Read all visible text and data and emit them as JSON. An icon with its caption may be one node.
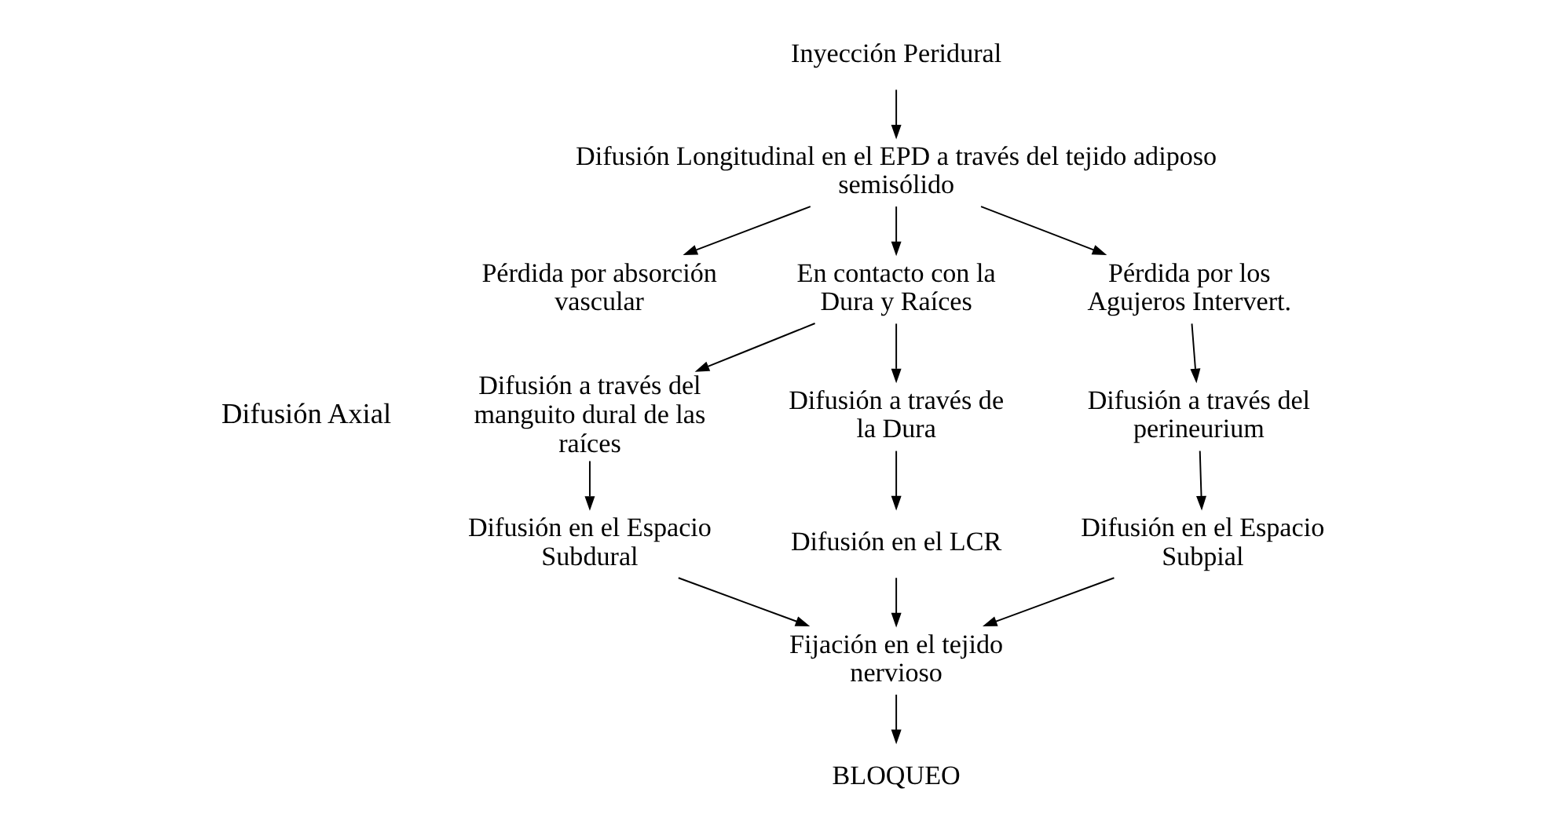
{
  "diagram": {
    "nodes": [
      {
        "text": [
          "Inyección Peridural"
        ]
      },
      {
        "text": [
          "Difusión Longitudinal en el EPD a través del tejido adiposo semisólido"
        ]
      },
      {
        "text": [
          "Pérdida por absorción vascular"
        ]
      },
      {
        "text": [
          "En contacto con la Dura y Raíces"
        ]
      },
      {
        "text": [
          "Pérdida por los Agujeros Intervert."
        ]
      },
      {
        "text": [
          "Difusión a través del manguito dural de las raíces"
        ]
      },
      {
        "text": [
          "Difusión a través de la Dura"
        ]
      },
      {
        "text": [
          "Difusión a través del perineurium"
        ]
      },
      {
        "text": [
          "Difusión en el Espacio Subdural"
        ]
      },
      {
        "text": [
          "Difusión en el LCR"
        ]
      },
      {
        "text": [
          "Difusión en el Espacio Subpial"
        ]
      },
      {
        "text": [
          "Fijación en el tejido nervioso"
        ]
      },
      {
        "text": [
          "BLOQUEO"
        ]
      }
    ],
    "edges": [
      {
        "from": 0,
        "to": 1,
        "arrow": "to"
      },
      {
        "from": 1,
        "to": 2,
        "arrow": "to"
      },
      {
        "from": 1,
        "to": 3,
        "arrow": "to"
      },
      {
        "from": 1,
        "to": 4,
        "arrow": "to"
      },
      {
        "from": 3,
        "to": 5,
        "arrow": "to"
      },
      {
        "from": 3,
        "to": 6,
        "arrow": "to"
      },
      {
        "from": 4,
        "to": 7,
        "arrow": "to"
      },
      {
        "from": 5,
        "to": 8,
        "arrow": "to"
      },
      {
        "from": 6,
        "to": 9,
        "arrow": "to"
      },
      {
        "from": 7,
        "to": 10,
        "arrow": "to"
      },
      {
        "from": 8,
        "to": 11,
        "arrow": "to"
      },
      {
        "from": 9,
        "to": 11,
        "arrow": "to"
      },
      {
        "from": 10,
        "to": 11,
        "arrow": "to"
      },
      {
        "from": 11,
        "to": 12,
        "arrow": "to"
      }
    ],
    "labels": [
      "Difusión Axial"
    ]
  }
}
